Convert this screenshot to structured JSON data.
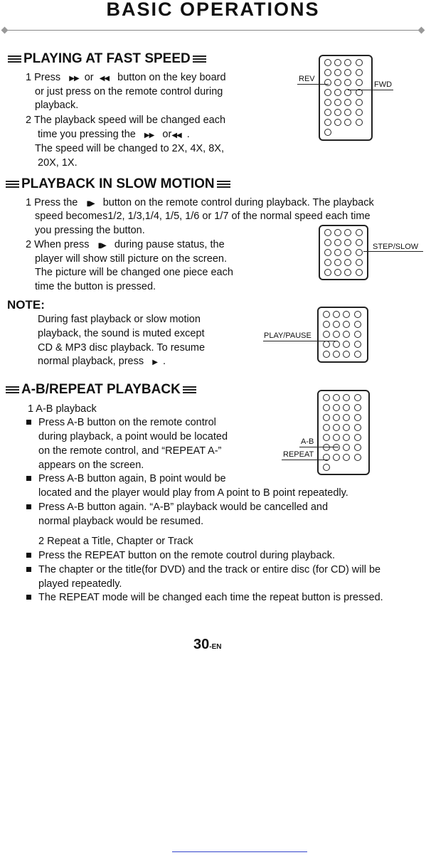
{
  "page": {
    "title": "BASIC OPERATIONS",
    "page_number": "30",
    "page_suffix": "-EN"
  },
  "fast": {
    "heading": "PLAYING AT FAST SPEED",
    "l1a": "1 Press",
    "l1b": "or",
    "l1c": "button on the key board",
    "l2": "or just press on the remote control during",
    "l3": "playback.",
    "l4": "2 The playback speed will be changed each",
    "l5a": "time you pressing the",
    "l5b": "or",
    "l5c": ".",
    "l6": "The speed will be changed  to 2X, 4X,  8X,",
    "l7": "20X,  1X.",
    "label_rev": "REV",
    "label_fwd": "FWD"
  },
  "slow": {
    "heading": "PLAYBACK IN SLOW MOTION",
    "l1a": "1 Press the",
    "l1b": "button on the remote control during playback. The playback",
    "l2": "speed becomes1/2, 1/3,1/4, 1/5, 1/6 or 1/7 of the normal speed each time",
    "l3": "you pressing the button.",
    "l4a": "2 When press",
    "l4b": "during pause status, the",
    "l5": "player will show still picture on the screen.",
    "l6": "The picture will be changed one piece each",
    "l7": "time the button is pressed.",
    "label_step": "STEP/SLOW"
  },
  "note": {
    "heading": "NOTE:",
    "l1": "During fast playback or slow motion",
    "l2": "playback, the sound is muted except",
    "l3": "CD & MP3 disc playback. To resume",
    "l4a": "normal playback, press",
    "l4b": ".",
    "label_play": "PLAY/PAUSE"
  },
  "ab": {
    "heading": "A-B/REPEAT PLAYBACK",
    "sub1": "1 A-B playback",
    "b1a": "Press A-B button on the remote control",
    "b1b": "during playback, a point would be located",
    "b1c": "on the remote control, and  “REPEAT A-”",
    "b1d": "appears on the screen.",
    "b2a": "Press A-B button again, B point would be",
    "b2b": "located and the player would play from A point to B point repeatedly.",
    "b3a": "Press A-B button again.  “A-B” playback would be cancelled and",
    "b3b": "normal playback would be resumed.",
    "sub2": "2 Repeat a Title, Chapter or Track",
    "r1": "Press the REPEAT button on the remote coutrol during playback.",
    "r2a": "The chapter or the title(for DVD) and the track or entire disc (for CD) will be",
    "r2b": "played repeatedly.",
    "r3": "The REPEAT mode will be changed each time the repeat button is pressed.",
    "label_ab": "A-B",
    "label_repeat": "REPEAT"
  },
  "icons": {
    "fast_forward": "fast-forward-icon",
    "rewind": "rewind-icon",
    "step": "step-icon",
    "play": "play-icon"
  }
}
